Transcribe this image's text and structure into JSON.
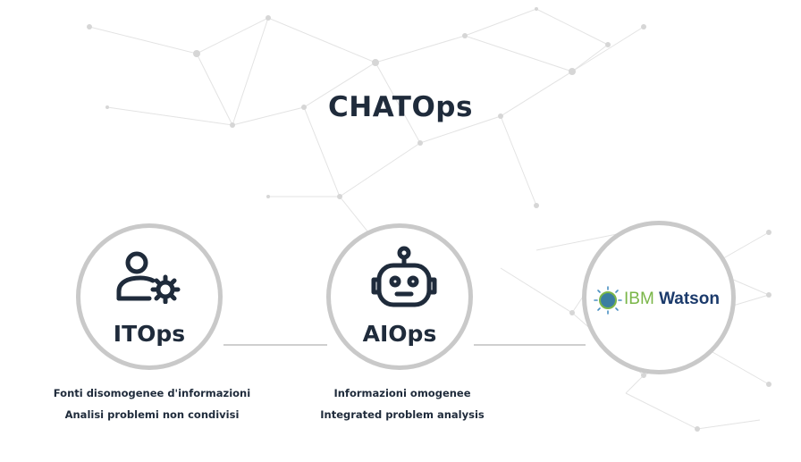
{
  "title": "CHATOps",
  "nodes": [
    {
      "label": "ITOps",
      "icon": "person-gear-icon",
      "captions": [
        "Fonti disomogenee d'informazioni",
        "Analisi problemi non condivisi"
      ]
    },
    {
      "label": "AIOps",
      "icon": "robot-icon",
      "captions": [
        "Informazioni omogenee",
        "Integrated problem analysis"
      ]
    },
    {
      "logo_prefix": "IBM",
      "logo_suffix": "Watson",
      "icon": "ibm-watson-logo"
    }
  ],
  "colors": {
    "text": "#1f2b3b",
    "circle_border": "#c9c9c9",
    "ibm_green": "#7ab648",
    "watson_navy": "#1b3a6b"
  }
}
